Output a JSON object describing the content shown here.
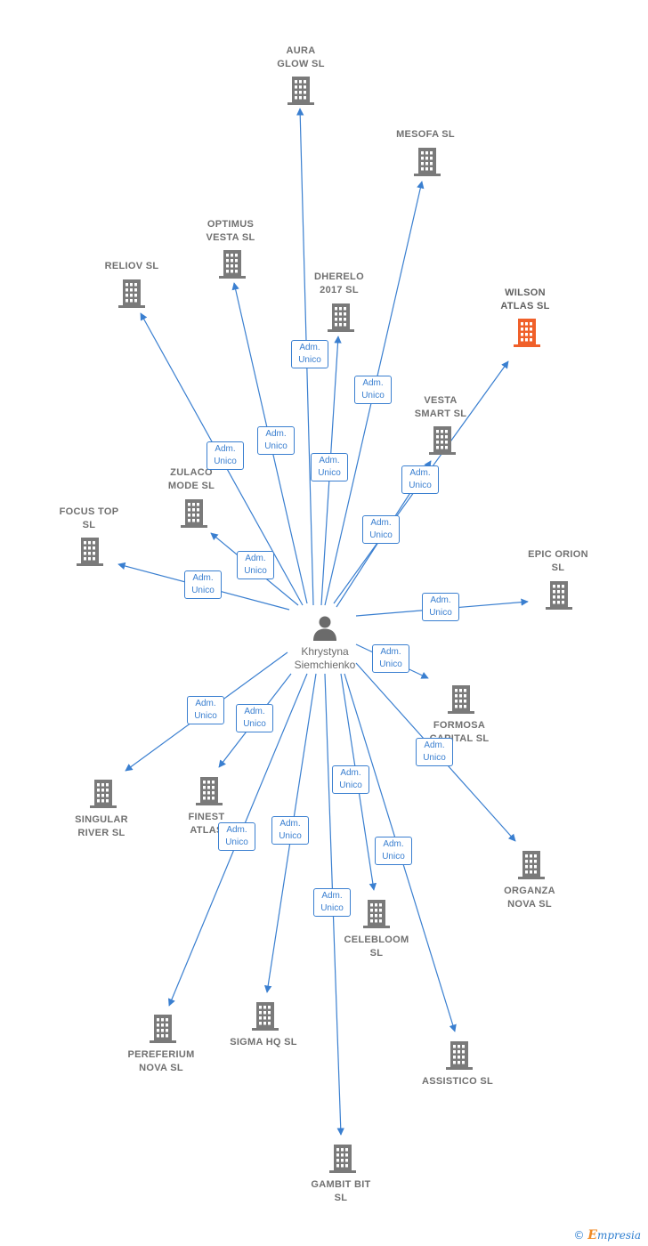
{
  "center": {
    "name_line1": "Khrystyna",
    "name_line2": "Siemchienko"
  },
  "relation_label": {
    "line1": "Adm.",
    "line2": "Unico"
  },
  "colors": {
    "edge": "#3a7fd0",
    "building": "#7a7a7a",
    "highlight": "#f0602a"
  },
  "companies": [
    {
      "id": "aura",
      "line1": "AURA",
      "line2": "GLOW  SL",
      "highlight": false
    },
    {
      "id": "mesofa",
      "line1": "MESOFA  SL",
      "line2": "",
      "highlight": false
    },
    {
      "id": "optimus",
      "line1": "OPTIMUS",
      "line2": "VESTA  SL",
      "highlight": false
    },
    {
      "id": "reliov",
      "line1": "RELIOV  SL",
      "line2": "",
      "highlight": false
    },
    {
      "id": "dherelo",
      "line1": "DHERELO",
      "line2": "2017  SL",
      "highlight": false
    },
    {
      "id": "wilson",
      "line1": "WILSON",
      "line2": "ATLAS  SL",
      "highlight": true
    },
    {
      "id": "vesta",
      "line1": "VESTA",
      "line2": "SMART  SL",
      "highlight": false
    },
    {
      "id": "zulaco",
      "line1": "ZULACO",
      "line2": "MODE  SL",
      "highlight": false
    },
    {
      "id": "focus",
      "line1": "FOCUS TOP",
      "line2": "SL",
      "highlight": false
    },
    {
      "id": "epic",
      "line1": "EPIC ORION",
      "line2": "SL",
      "highlight": false
    },
    {
      "id": "formosa",
      "line1": "FORMOSA",
      "line2": "CAPITAL  SL",
      "highlight": false
    },
    {
      "id": "singular",
      "line1": "SINGULAR",
      "line2": "RIVER  SL",
      "highlight": false
    },
    {
      "id": "finest",
      "line1": "FINEST",
      "line2": "ATLAS",
      "highlight": false
    },
    {
      "id": "organza",
      "line1": "ORGANZA",
      "line2": "NOVA  SL",
      "highlight": false
    },
    {
      "id": "celebloom",
      "line1": "CELEBLOOM",
      "line2": "SL",
      "highlight": false
    },
    {
      "id": "pereferium",
      "line1": "PEREFERIUM",
      "line2": "NOVA  SL",
      "highlight": false
    },
    {
      "id": "sigma",
      "line1": "SIGMA HQ  SL",
      "line2": "",
      "highlight": false
    },
    {
      "id": "assistico",
      "line1": "ASSISTICO  SL",
      "line2": "",
      "highlight": false
    },
    {
      "id": "gambit",
      "line1": "GAMBIT BIT",
      "line2": "SL",
      "highlight": false
    }
  ],
  "footer": {
    "copyright": "©",
    "brand_initial": "E",
    "brand_rest": "mpresia"
  }
}
